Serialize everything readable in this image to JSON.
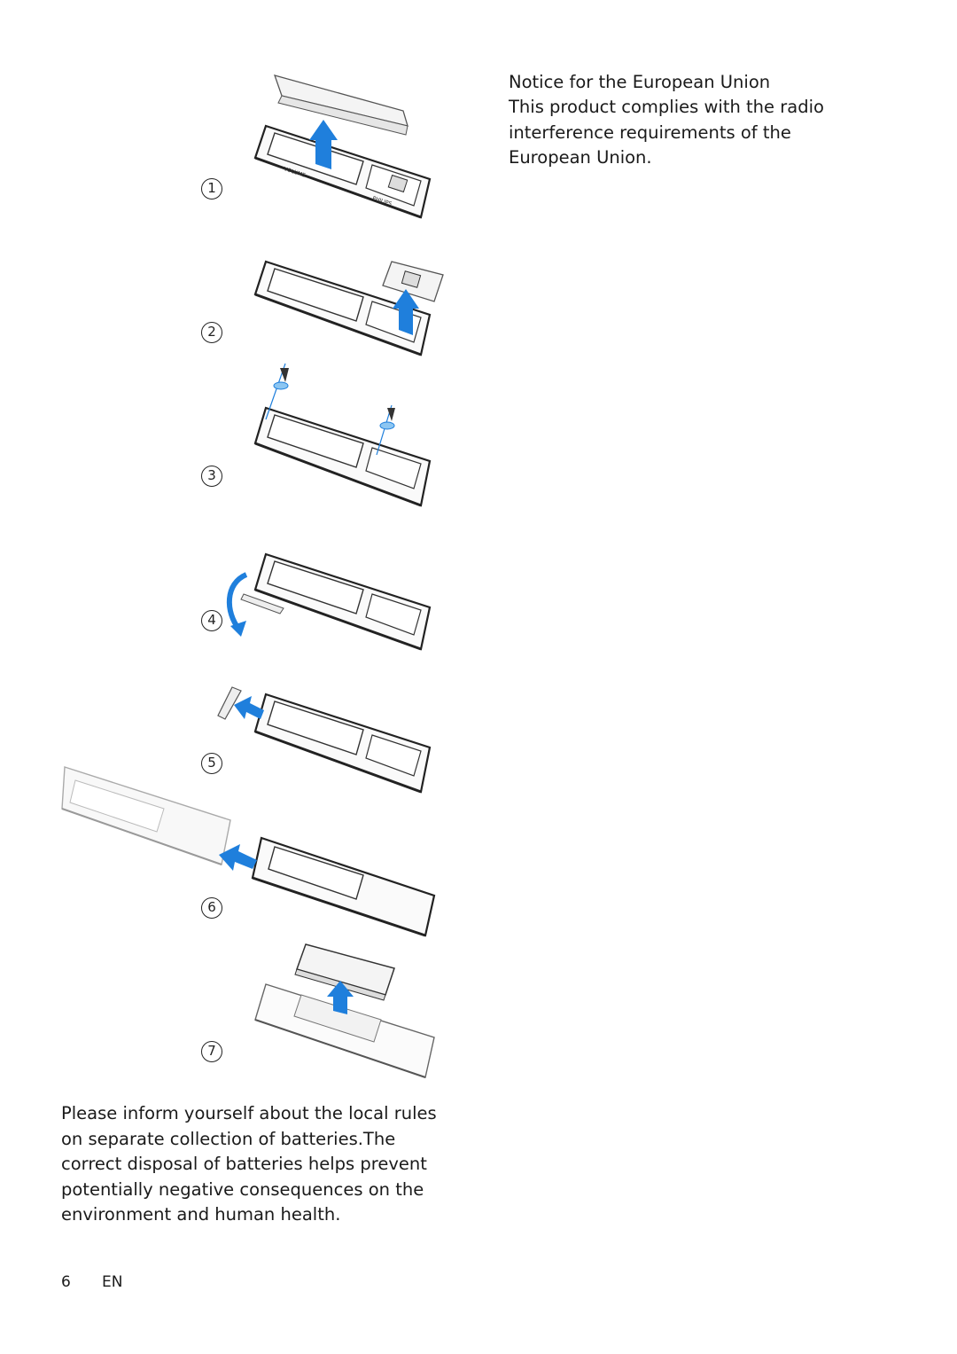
{
  "steps": [
    "1",
    "2",
    "3",
    "4",
    "5",
    "6",
    "7"
  ],
  "device_labels": {
    "volume": "VOLUME",
    "brand": "PHILIPS"
  },
  "colors": {
    "arrow": "#1f7fdc",
    "arrow_light": "#8cc6f2",
    "outline": "#333333"
  },
  "notice": {
    "title": "Notice for the European Union",
    "body": "This product complies with the radio interference requirements of the European Union."
  },
  "battery_text": "Please inform yourself about the local rules on separate collection of batteries.The correct disposal of batteries helps prevent potentially negative consequences on the environment and human health.",
  "footer": {
    "page_number": "6",
    "language": "EN"
  }
}
